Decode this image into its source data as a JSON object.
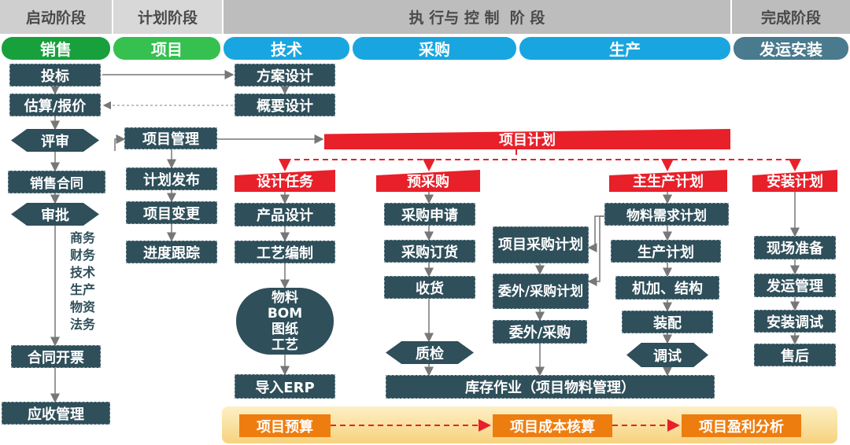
{
  "phases": {
    "startup": "启动阶段",
    "planning": "计划阶段",
    "execution": "执 行与 控 制  阶 段",
    "completion": "完成阶段"
  },
  "departments": {
    "sales": "销售",
    "project": "项目",
    "tech": "技术",
    "purchase": "采购",
    "production": "生产",
    "shipping": "发运安装"
  },
  "sales_column": {
    "bid": "投标",
    "estimate": "估算/报价",
    "review": "评审",
    "contract": "销售合同",
    "approval": "审批",
    "approval_items": "商务\n财务\n技术\n生产\n物资\n法务",
    "invoice": "合同开票",
    "receivable": "应收管理"
  },
  "project_column": {
    "mgmt": "项目管理",
    "plan_release": "计划发布",
    "change": "项目变更",
    "tracking": "进度跟踪"
  },
  "plan_bar": "项目计划",
  "tech_column": {
    "scheme": "方案设计",
    "outline": "概要设计",
    "task": "设计任务",
    "product_design": "产品设计",
    "process": "工艺编制",
    "doc_items": "物料\nBOM\n图纸\n工艺",
    "erp": "导入ERP"
  },
  "purchase_column": {
    "pre": "预采购",
    "request": "采购申请",
    "order": "采购订货",
    "receive": "收货",
    "qc": "质检"
  },
  "production_column": {
    "mps": "主生产计划",
    "mrp": "物料需求计划",
    "proj_purchase": "项目采购计划",
    "outsource_plan": "委外/采购计划",
    "outsource": "委外/采购",
    "prod_plan": "生产计划",
    "machining": "机加、结构",
    "assembly": "装配",
    "debug": "调试"
  },
  "inventory": "库存作业（项目物料管理）",
  "install_column": {
    "plan": "安装计划",
    "site": "现场准备",
    "ship": "发运管理",
    "install": "安装调试",
    "service": "售后"
  },
  "finance": {
    "budget": "项目预算",
    "cost": "项目成本核算",
    "profit": "项目盈利分析"
  },
  "colors": {
    "sales_green": "#17a03c",
    "project_green": "#35c050",
    "blue": "#19a6e0",
    "slate": "#4a7a8e",
    "dark_box": "#2f4f5a",
    "red": "#e8202a",
    "orange": "#ee7d0f"
  }
}
